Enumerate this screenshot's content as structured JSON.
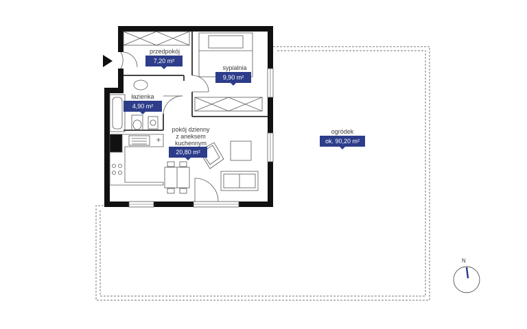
{
  "rooms": {
    "hallway": {
      "name": "przedpokój",
      "area": "7,20 m²"
    },
    "bedroom": {
      "name": "sypialnia",
      "area": "9,90 m²"
    },
    "bathroom": {
      "name": "łazienka",
      "area": "4,90 m²"
    },
    "living": {
      "name_line1": "pokój dzienny",
      "name_line2": "z aneksem",
      "name_line3": "kuchennym",
      "area": "20,80 m²"
    },
    "garden": {
      "name": "ogródek",
      "area": "ok. 90,20 m²"
    }
  },
  "compass": {
    "letter": "N",
    "icon": "compass-icon"
  },
  "entrance": {
    "icon": "entrance-arrow-icon"
  },
  "colors": {
    "badge": "#2d3d8a",
    "wall": "#111111",
    "line": "#555555",
    "compass_needle": "#2d3d8a"
  }
}
